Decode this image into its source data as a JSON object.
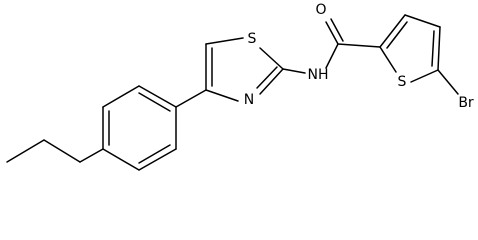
{
  "molecule": {
    "atoms": {
      "thiophene_S": "S",
      "thiazole_S": "S",
      "thiazole_N": "N",
      "amide_NH": "NH",
      "carbonyl_O": "O",
      "bromine": "Br"
    }
  }
}
